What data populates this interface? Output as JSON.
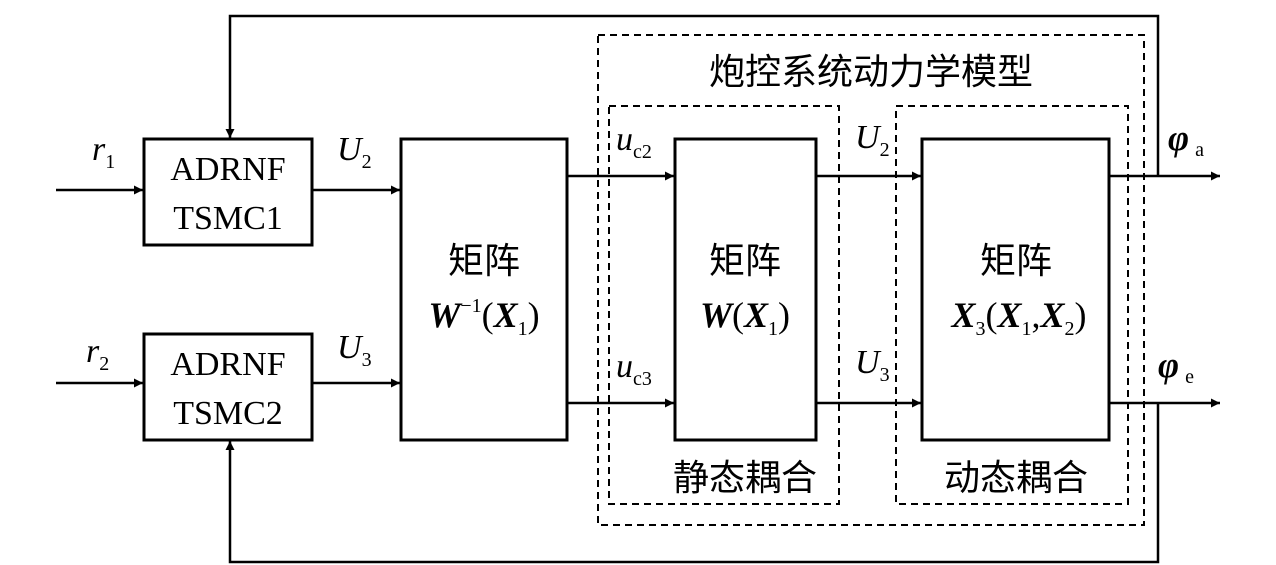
{
  "group_titles": {
    "outer": "炮控系统动力学模型",
    "static": "静态耦合",
    "dynamic": "动态耦合"
  },
  "controllers": {
    "c1": {
      "line1": "ADRNF",
      "line2": "TSMC1"
    },
    "c2": {
      "line1": "ADRNF",
      "line2": "TSMC2"
    }
  },
  "matrices": {
    "m1": {
      "title": "矩阵",
      "W": "W",
      "sup": "−1",
      "X": "X",
      "Xsub": "1"
    },
    "m2": {
      "title": "矩阵",
      "W": "W",
      "X": "X",
      "Xsub": "1"
    },
    "m3": {
      "title": "矩阵",
      "X3": "X",
      "X3sub": "3",
      "Xa": "X",
      "Xasub": "1",
      "Xb": "X",
      "Xbsub": "2"
    }
  },
  "signals": {
    "r1": {
      "main": "r",
      "sub": "1"
    },
    "r2": {
      "main": "r",
      "sub": "2"
    },
    "U2_left": {
      "main": "U",
      "sub": "2"
    },
    "U3_left": {
      "main": "U",
      "sub": "3"
    },
    "uc2": {
      "main": "u",
      "sub": "c2"
    },
    "uc3": {
      "main": "u",
      "sub": "c3"
    },
    "U2_right": {
      "main": "U",
      "sub": "2"
    },
    "U3_right": {
      "main": "U",
      "sub": "3"
    },
    "phi_a": {
      "main": "φ",
      "sub": "a"
    },
    "phi_e": {
      "main": "φ",
      "sub": "e"
    }
  },
  "punct": {
    "lp": "(",
    "rp": ")",
    "comma": ","
  }
}
